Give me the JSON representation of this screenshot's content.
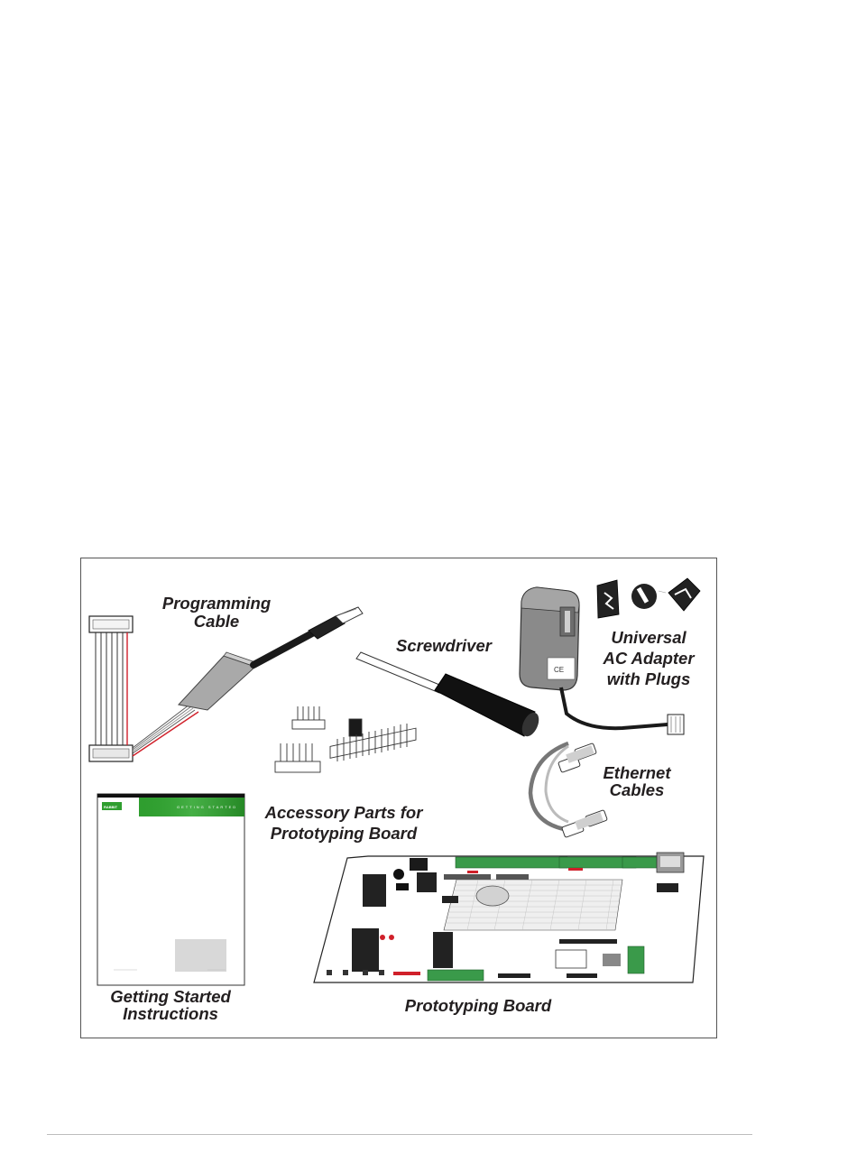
{
  "figure": {
    "labels": {
      "programming_cable": [
        "Programming",
        "Cable"
      ],
      "screwdriver": "Screwdriver",
      "ac_adapter": [
        "Universal",
        "AC Adapter",
        "with Plugs"
      ],
      "ethernet_cables": [
        "Ethernet",
        "Cables"
      ],
      "accessory_parts": [
        "Accessory Parts for",
        "Prototyping Board"
      ],
      "getting_started": [
        "Getting Started",
        "Instructions"
      ],
      "prototyping_board": "Prototyping Board"
    },
    "guide_cover": {
      "header_text": "GETTING STARTED",
      "logo_text": "RABBIT"
    },
    "adapter_marking": "CE",
    "colors": {
      "guide_green": "#2f9e2f",
      "wire_red": "#d0202a",
      "terminal_green": "#3a9a4a",
      "cable_dark": "#1a1a1a"
    }
  }
}
